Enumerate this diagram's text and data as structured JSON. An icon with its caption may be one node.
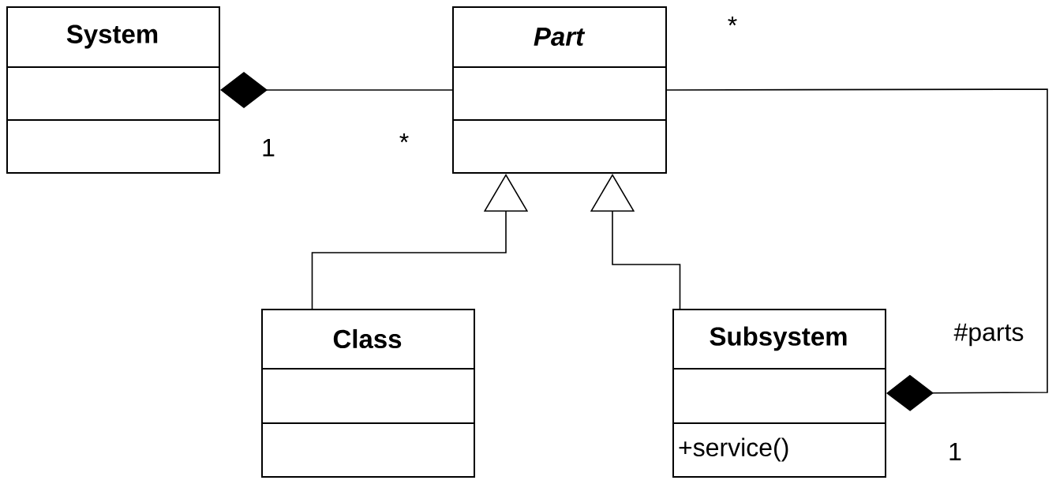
{
  "diagram": {
    "nodes": [
      {
        "text": [
          "System"
        ]
      },
      {
        "text": [
          "Part"
        ]
      },
      {
        "text": [
          "Class"
        ]
      },
      {
        "text": [
          "Subsystem",
          "+service()"
        ]
      }
    ],
    "edges": [
      {
        "from": 1,
        "to": 0,
        "arrow": "other"
      },
      {
        "from": 2,
        "to": 1,
        "arrow": "to"
      },
      {
        "from": 3,
        "to": 1,
        "arrow": "to"
      },
      {
        "from": 1,
        "to": 3,
        "arrow": "other"
      }
    ],
    "labels": [
      "*",
      "1",
      "*",
      "#parts",
      "1"
    ]
  }
}
